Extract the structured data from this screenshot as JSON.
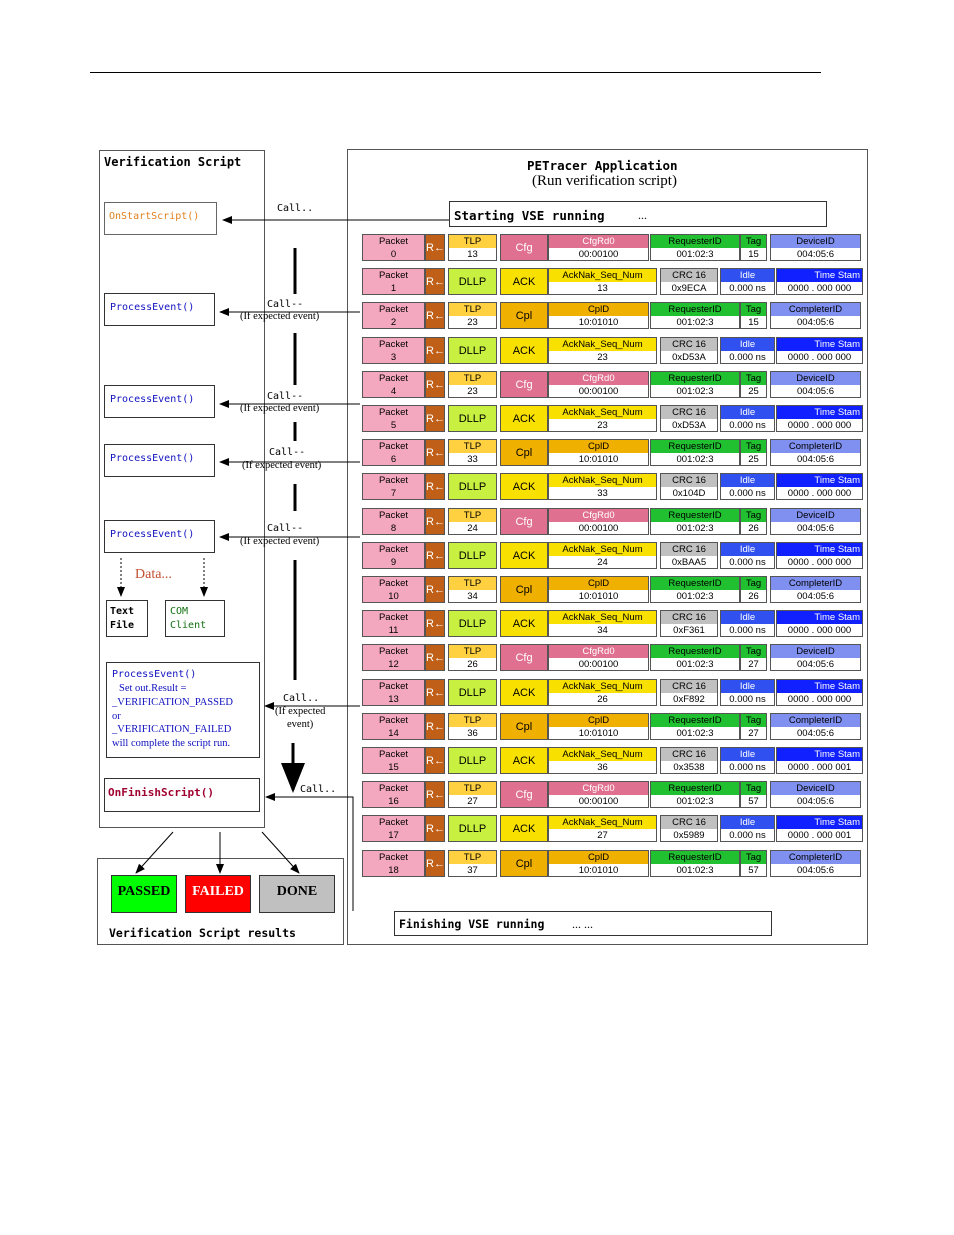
{
  "left_panel": {
    "title": "Verification Script",
    "on_start": "OnStartScript()",
    "process_event": "ProcessEvent()",
    "data_label": "Data...",
    "text_file": "Text File",
    "com_client": "COM Client",
    "final_event_title": "ProcessEvent()",
    "final_event_lines": [
      "Set out.Result =",
      "_VERIFICATION_PASSED",
      "or",
      "_VERIFICATION_FAILED",
      "will complete the script run."
    ],
    "on_finish": "OnFinishScript()"
  },
  "calls": {
    "call": "Call..",
    "call_dash": "Call--",
    "if_expected": "(If expected event)",
    "if_expected_a": "(If expected",
    "if_expected_b": "event)"
  },
  "results": {
    "passed": "PASSED",
    "failed": "FAILED",
    "done": "DONE",
    "title": "Verification Script results",
    "colors": {
      "passed": "#00ff00",
      "failed": "#ff0000",
      "done": "#c0c0c0"
    }
  },
  "right_panel": {
    "title": "PETracer Application",
    "subtitle": "(Run verification script)",
    "start_label": "Starting VSE running",
    "start_ellipsis": "...",
    "finish_label": "Finishing VSE running",
    "finish_ellipsis": "... ..."
  },
  "trace": {
    "packet_label": "Packet",
    "dir_label": "R←",
    "tlp_label": "TLP",
    "dllp_label": "DLLP",
    "ack_label": "ACK",
    "ack_seq_label": "AckNak_Seq_Num",
    "crc_label": "CRC 16",
    "idle_label": "Idle",
    "idle_value": "0.000 ns",
    "time_label": "Time Stam",
    "reqid_label": "RequesterID",
    "reqid_value": "001:02:3",
    "tag_label": "Tag",
    "device_label": "DeviceID",
    "completer_label": "CompleterID",
    "id_value": "004:05:6",
    "rows": [
      {
        "packet": "0",
        "kind": "tlp",
        "type": "Cfg",
        "field": "CfgRd0",
        "field_value": "00:00100",
        "tlp": "13",
        "tag": "15",
        "last": "DeviceID"
      },
      {
        "packet": "1",
        "kind": "dllp",
        "seq": "13",
        "crc": "0x9ECA",
        "time": "0000 . 000 000"
      },
      {
        "packet": "2",
        "kind": "tlp",
        "type": "Cpl",
        "field": "CplD",
        "field_value": "10:01010",
        "tlp": "23",
        "tag": "15",
        "last": "CompleterID"
      },
      {
        "packet": "3",
        "kind": "dllp",
        "seq": "23",
        "crc": "0xD53A",
        "time": "0000 . 000 000"
      },
      {
        "packet": "4",
        "kind": "tlp",
        "type": "Cfg",
        "field": "CfgRd0",
        "field_value": "00:00100",
        "tlp": "23",
        "tag": "25",
        "last": "DeviceID"
      },
      {
        "packet": "5",
        "kind": "dllp",
        "seq": "23",
        "crc": "0xD53A",
        "time": "0000 . 000 000"
      },
      {
        "packet": "6",
        "kind": "tlp",
        "type": "Cpl",
        "field": "CplD",
        "field_value": "10:01010",
        "tlp": "33",
        "tag": "25",
        "last": "CompleterID"
      },
      {
        "packet": "7",
        "kind": "dllp",
        "seq": "33",
        "crc": "0x104D",
        "time": "0000 . 000 000"
      },
      {
        "packet": "8",
        "kind": "tlp",
        "type": "Cfg",
        "field": "CfgRd0",
        "field_value": "00:00100",
        "tlp": "24",
        "tag": "26",
        "last": "DeviceID"
      },
      {
        "packet": "9",
        "kind": "dllp",
        "seq": "24",
        "crc": "0xBAA5",
        "time": "0000 . 000 000"
      },
      {
        "packet": "10",
        "kind": "tlp",
        "type": "Cpl",
        "field": "CplD",
        "field_value": "10:01010",
        "tlp": "34",
        "tag": "26",
        "last": "CompleterID"
      },
      {
        "packet": "11",
        "kind": "dllp",
        "seq": "34",
        "crc": "0xF361",
        "time": "0000 . 000 000"
      },
      {
        "packet": "12",
        "kind": "tlp",
        "type": "Cfg",
        "field": "CfgRd0",
        "field_value": "00:00100",
        "tlp": "26",
        "tag": "27",
        "last": "DeviceID"
      },
      {
        "packet": "13",
        "kind": "dllp",
        "seq": "26",
        "crc": "0xF892",
        "time": "0000 . 000 000"
      },
      {
        "packet": "14",
        "kind": "tlp",
        "type": "Cpl",
        "field": "CplD",
        "field_value": "10:01010",
        "tlp": "36",
        "tag": "27",
        "last": "CompleterID"
      },
      {
        "packet": "15",
        "kind": "dllp",
        "seq": "36",
        "crc": "0x3538",
        "time": "0000 . 000 001"
      },
      {
        "packet": "16",
        "kind": "tlp",
        "type": "Cfg",
        "field": "CfgRd0",
        "field_value": "00:00100",
        "tlp": "27",
        "tag": "57",
        "last": "DeviceID"
      },
      {
        "packet": "17",
        "kind": "dllp",
        "seq": "27",
        "crc": "0x5989",
        "time": "0000 . 000 001"
      },
      {
        "packet": "18",
        "kind": "tlp",
        "type": "Cpl",
        "field": "CplD",
        "field_value": "10:01010",
        "tlp": "37",
        "tag": "57",
        "last": "CompleterID"
      }
    ]
  },
  "colors": {
    "packet": "#f4a8c0",
    "dir": "#c06018",
    "tlp": "#ffd040",
    "dllp": "#c8f040",
    "ack": "#f8e000",
    "cfg": "#e07090",
    "cpl": "#f0b000",
    "reqid": "#20c030",
    "crc": "#c0c0c0",
    "idle": "#3050f0",
    "time": "#1020ff",
    "device": "#8090f0",
    "orange_text": "#e08020",
    "blue_text": "#1010c0",
    "maroon_text": "#a00030"
  }
}
